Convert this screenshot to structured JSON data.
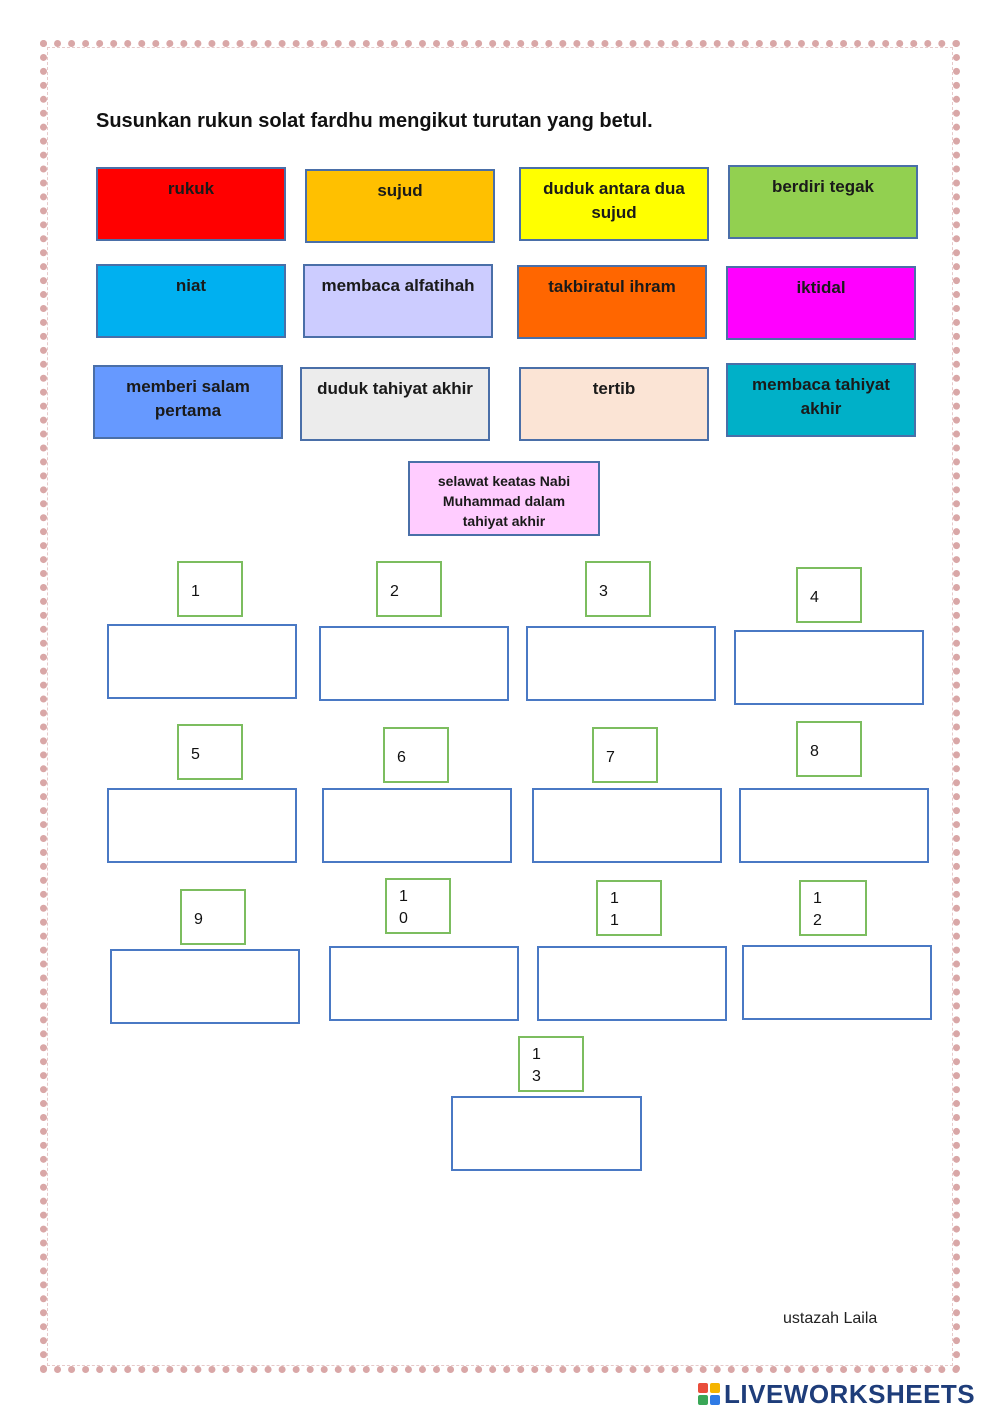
{
  "title": "Susunkan rukun solat fardhu mengikut turutan yang betul.",
  "chips": [
    {
      "label": "rukuk",
      "color": "#ff0000"
    },
    {
      "label": "sujud",
      "color": "#ffc000"
    },
    {
      "label": "duduk  antara  dua sujud",
      "color": "#ffff00"
    },
    {
      "label": "berdiri tegak",
      "color": "#92d050"
    },
    {
      "label": "niat",
      "color": "#00b0f0"
    },
    {
      "label": "membaca alfatihah",
      "color": "#ccccff"
    },
    {
      "label": "takbiratul ihram",
      "color": "#ff6600"
    },
    {
      "label": "iktidal",
      "color": "#ff00ff"
    },
    {
      "label": "memberi salam pertama",
      "color": "#6699ff"
    },
    {
      "label": "duduk tahiyat akhir",
      "color": "#ececec"
    },
    {
      "label": "tertib",
      "color": "#fbe4d5"
    },
    {
      "label": "membaca tahiyat akhir",
      "color": "#00b0c8"
    },
    {
      "label": "selawat keatas Nabi Muhammad dalam tahiyat akhir",
      "color": "#ffccff"
    }
  ],
  "numbers": [
    {
      "top": "1"
    },
    {
      "top": "2"
    },
    {
      "top": "3"
    },
    {
      "top": "4"
    },
    {
      "top": "5"
    },
    {
      "top": "6"
    },
    {
      "top": "7"
    },
    {
      "top": "8"
    },
    {
      "top": "9"
    },
    {
      "top": "1",
      "bottom": "0"
    },
    {
      "top": "1",
      "bottom": "1"
    },
    {
      "top": "1",
      "bottom": "2"
    },
    {
      "top": "1",
      "bottom": "3"
    }
  ],
  "author": "ustazah Laila",
  "brand": "LIVEWORKSHEETS",
  "brand_colors": [
    "#e94e3c",
    "#f5b400",
    "#3aa757",
    "#2f7be5"
  ]
}
